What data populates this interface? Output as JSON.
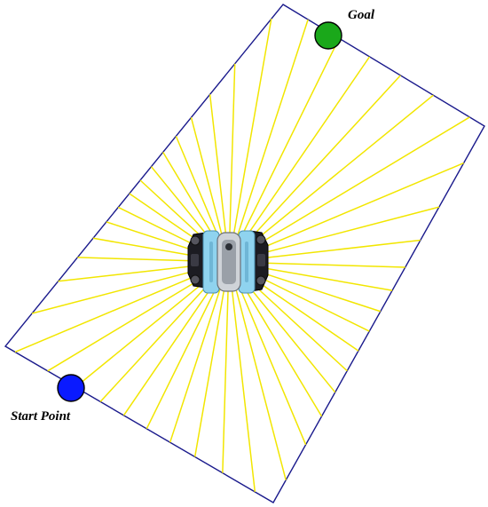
{
  "labels": {
    "goal": "Goal",
    "start": "Start Point"
  },
  "colors": {
    "boundary": "#1a1a8c",
    "rays": "#f2e600",
    "goal_marker": "#1aa81a",
    "start_marker": "#0a1aff",
    "robot_body": "#8fd3ef",
    "robot_frame": "#1c1c22"
  },
  "ray_count": 44,
  "icons": [
    "robot-icon",
    "goal-marker-icon",
    "start-marker-icon"
  ]
}
